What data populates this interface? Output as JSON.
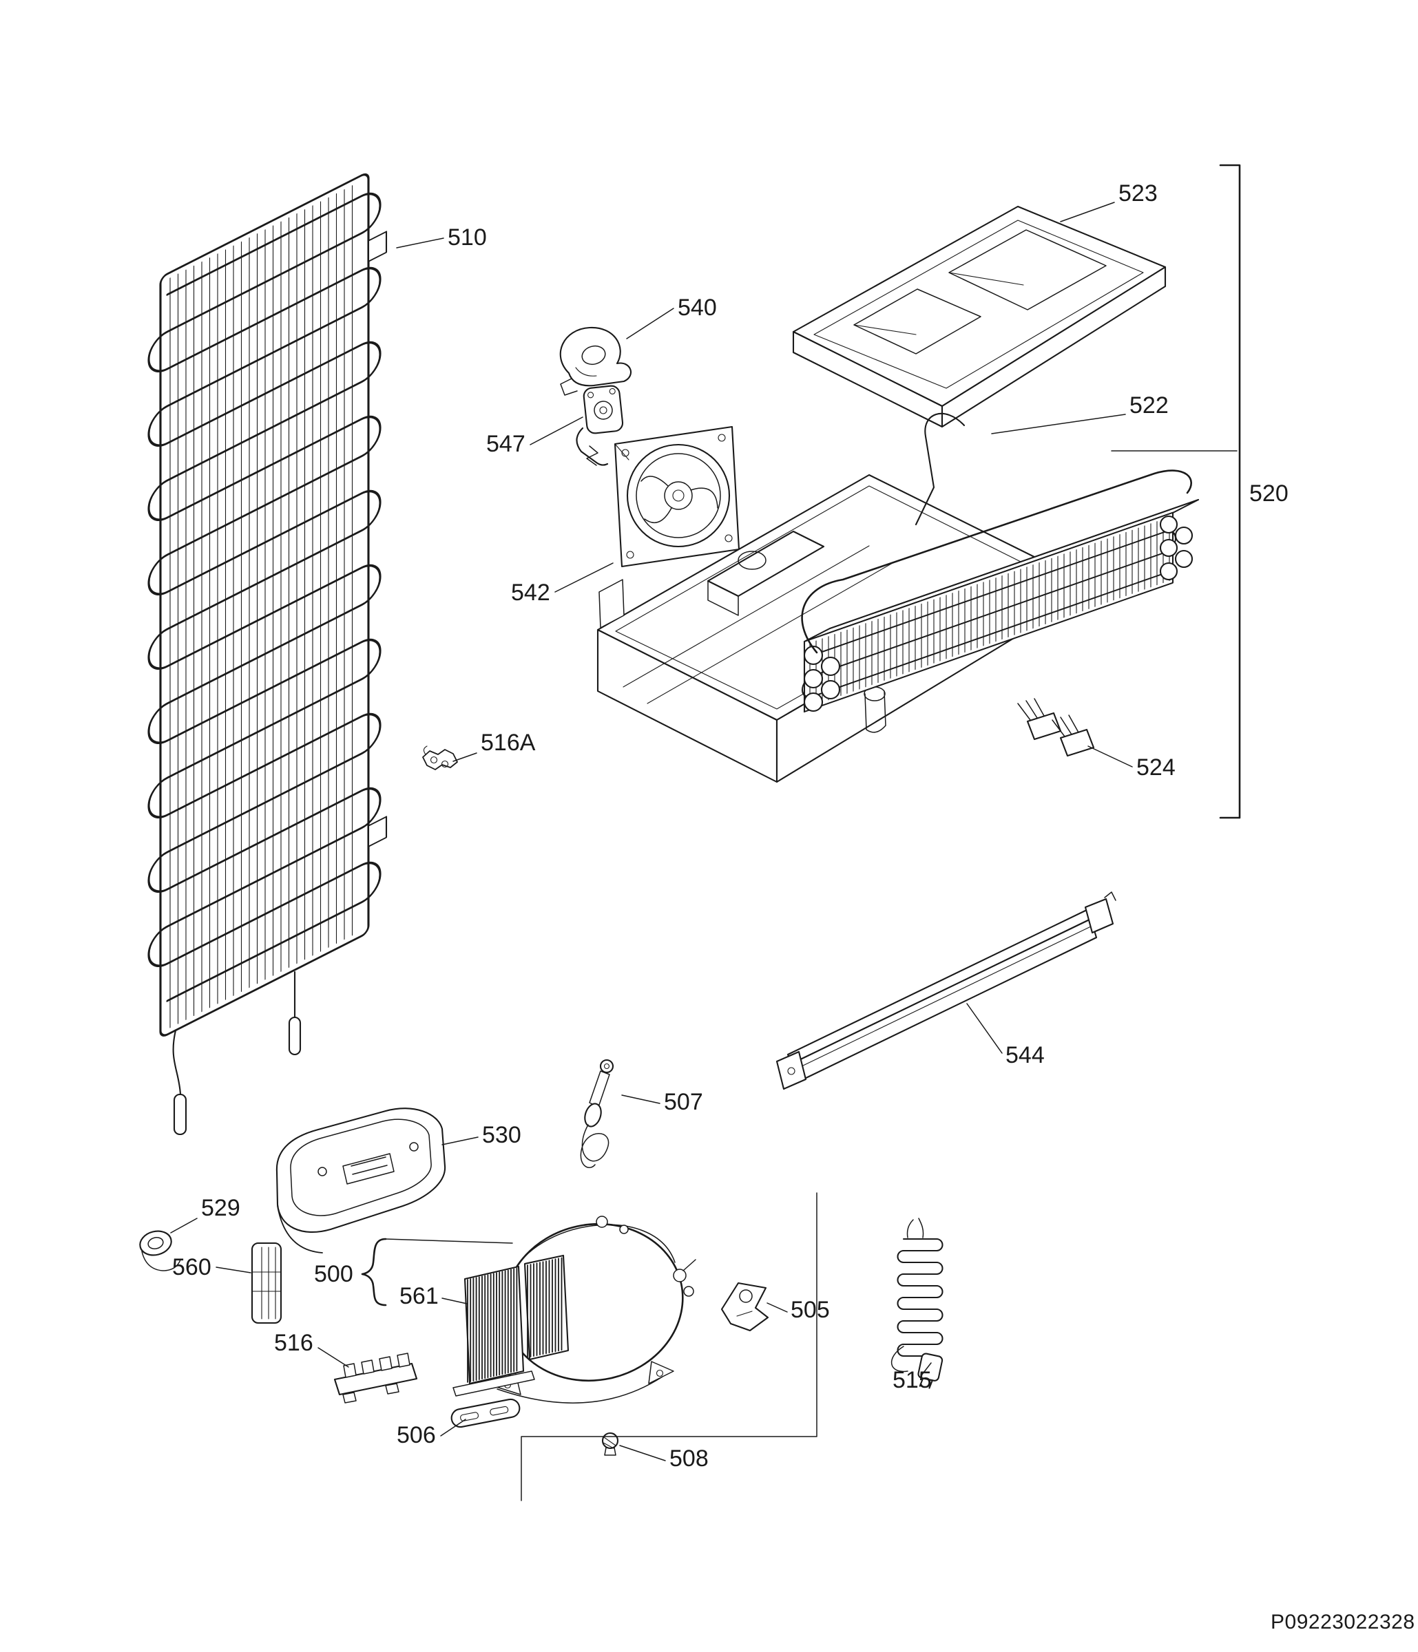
{
  "page": {
    "background": "#ffffff",
    "ink": "#1a1a1a"
  },
  "drawing_number": "P09223022328",
  "callouts": {
    "c510": "510",
    "c540": "540",
    "c547": "547",
    "c542": "542",
    "c523": "523",
    "c522": "522",
    "c520": "520",
    "c524": "524",
    "c516A": "516A",
    "c544": "544",
    "c530": "530",
    "c507": "507",
    "c529": "529",
    "c560": "560",
    "c500": "500",
    "c561": "561",
    "c516": "516",
    "c506": "506",
    "c508": "508",
    "c505": "505",
    "c515": "515"
  }
}
